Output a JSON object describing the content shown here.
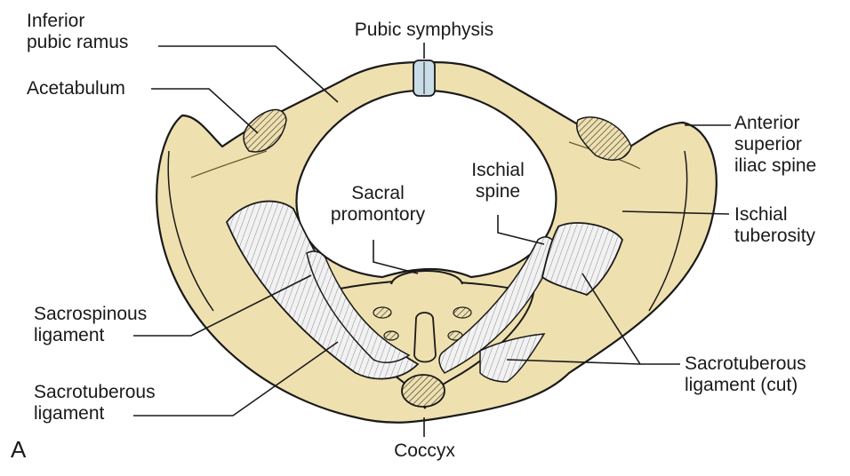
{
  "colors": {
    "bone": "#efe0b0",
    "bone_shadow": "#c8b27a",
    "outline": "#1a1a1a",
    "ligament": "#f2f2f2",
    "cartilage": "#c9dde8",
    "background": "#ffffff"
  },
  "panel_letter": "A",
  "labels": {
    "inferior_pubic_ramus": [
      "Inferior",
      "pubic ramus"
    ],
    "acetabulum": [
      "Acetabulum"
    ],
    "pubic_symphysis": [
      "Pubic symphysis"
    ],
    "anterior_superior_iliac_spine": [
      "Anterior",
      "superior",
      "iliac spine"
    ],
    "ischial_spine": [
      "Ischial",
      "spine"
    ],
    "sacral_promontory": [
      "Sacral",
      "promontory"
    ],
    "ischial_tuberosity": [
      "Ischial",
      "tuberosity"
    ],
    "sacrospinous_ligament": [
      "Sacrospinous",
      "ligament"
    ],
    "sacrotuberous_ligament": [
      "Sacrotuberous",
      "ligament"
    ],
    "sacrotuberous_ligament_cut": [
      "Sacrotuberous",
      "ligament (cut)"
    ],
    "coccyx": [
      "Coccyx"
    ]
  }
}
